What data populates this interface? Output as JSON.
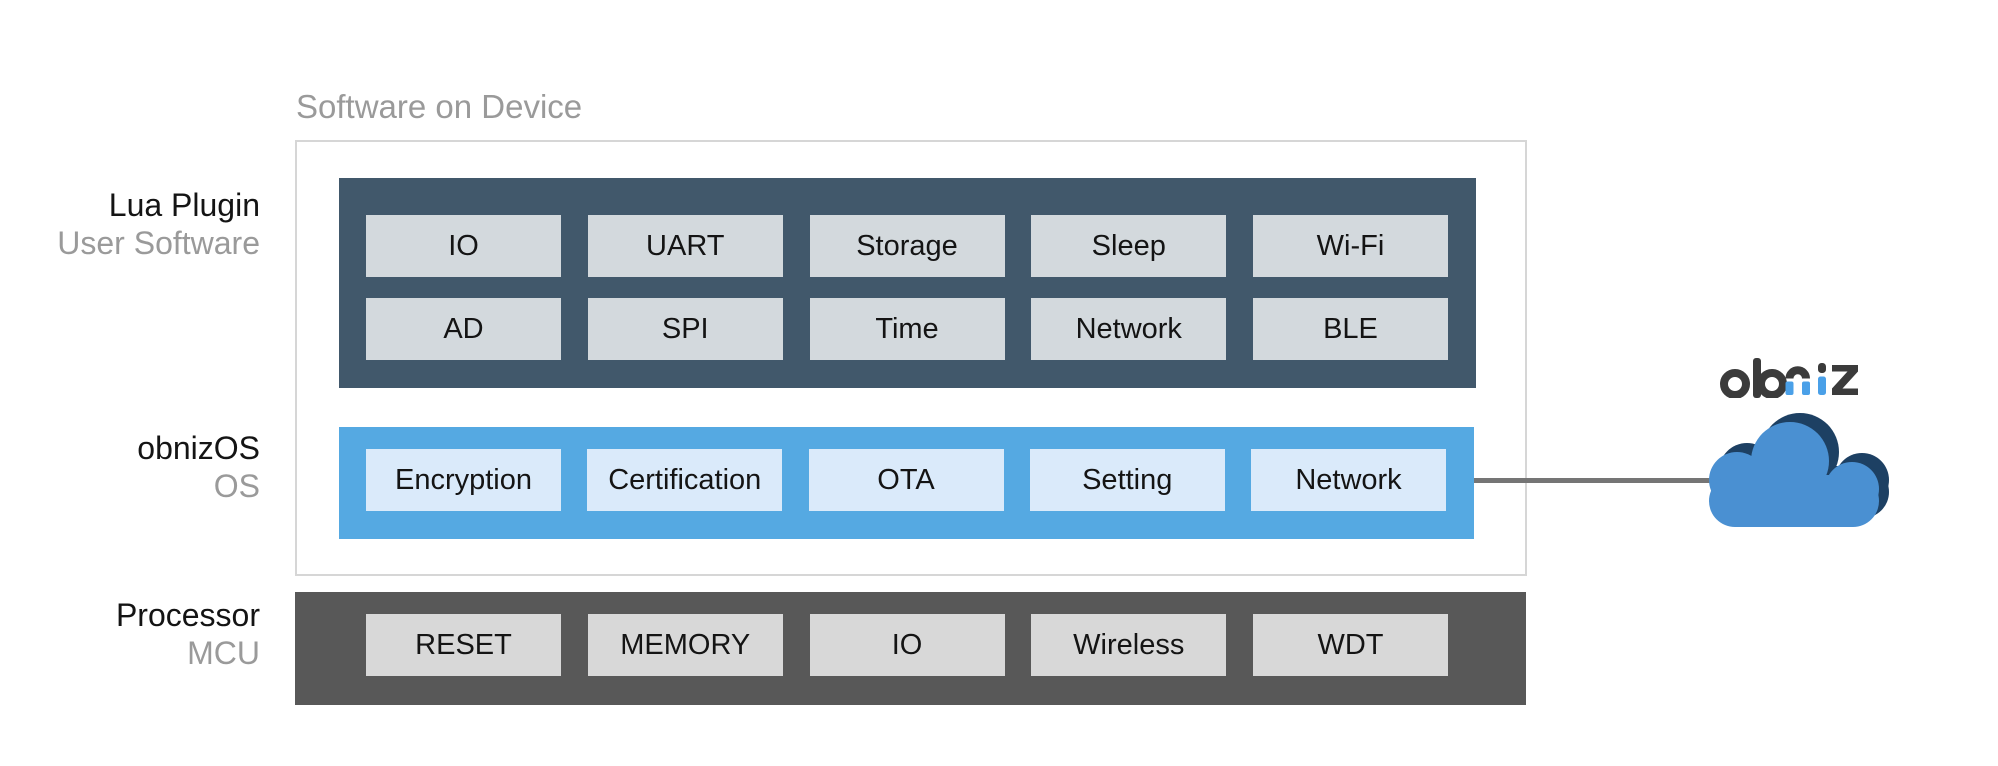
{
  "container": {
    "title": "Software on Device"
  },
  "layers": {
    "lua": {
      "label": "Lua Plugin",
      "sublabel": "User Software",
      "rows": [
        [
          "IO",
          "UART",
          "Storage",
          "Sleep",
          "Wi-Fi"
        ],
        [
          "AD",
          "SPI",
          "Time",
          "Network",
          "BLE"
        ]
      ]
    },
    "os": {
      "label": "obnizOS",
      "sublabel": "OS",
      "chips": [
        "Encryption",
        "Certification",
        "OTA",
        "Setting",
        "Network"
      ]
    },
    "mcu": {
      "label": "Processor",
      "sublabel": "MCU",
      "chips": [
        "RESET",
        "MEMORY",
        "IO",
        "Wireless",
        "WDT"
      ]
    }
  },
  "cloud": {
    "logo_text": "obniz",
    "icon": "cloud-icon"
  },
  "colors": {
    "lua_box": "#41586b",
    "lua_chip": "#d3d9dd",
    "os_box": "#55a9e2",
    "os_chip": "#daeafa",
    "mcu_box": "#585858",
    "mcu_chip": "#d8d8d8",
    "container_border": "#d6d6d6",
    "connector": "#757575",
    "muted_text": "#9a9a9a",
    "text": "#141414",
    "cloud_blue": "#4a90d2",
    "cloud_shadow": "#1d4063",
    "logo_dark": "#3b3b3b",
    "logo_blue": "#4aa0e8"
  }
}
